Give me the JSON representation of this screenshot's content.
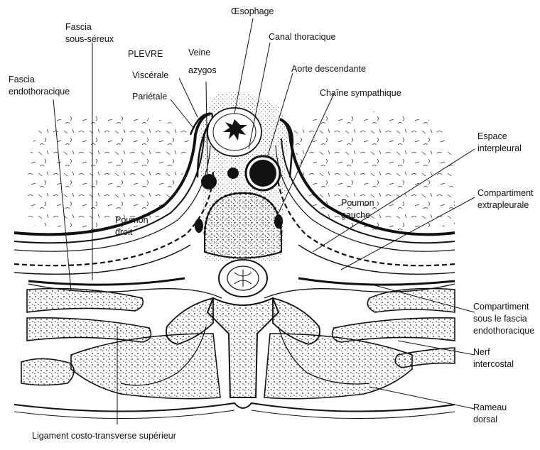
{
  "figure": {
    "labels": {
      "oesophage": "Œsophage",
      "canal_thoracique": "Canal thoracique",
      "aorte_descendante": "Aorte descendante",
      "chaine_sympathique": "Chaîne sympathique",
      "fascia_sous_sereux_1": "Fascia",
      "fascia_sous_sereux_2": "sous-séreux",
      "plevre": "PLEVRE",
      "viscerale": "Viscérale",
      "parietale": "Pariétale",
      "veine": "Veine",
      "azygos": "azygos",
      "fascia_endo_1": "Fascia",
      "fascia_endo_2": "endothoracique",
      "espace_interpleural_1": "Espace",
      "espace_interpleural_2": "interpleural",
      "compartiment_extra_1": "Compartiment",
      "compartiment_extra_2": "extrapleurale",
      "poumon_droit_1": "Poumon",
      "poumon_droit_2": "droit",
      "poumon_gauche_1": "Poumon",
      "poumon_gauche_2": "gauche",
      "compartiment_sous_1": "Compartiment",
      "compartiment_sous_2": "sous le fascia",
      "compartiment_sous_3": "endothoracique",
      "nerf_1": "Nerf",
      "nerf_2": "intercostal",
      "rameau_1": "Rameau",
      "rameau_2": "dorsal",
      "ligament": "Ligament costo-transverse supérieur"
    },
    "colors": {
      "ink": "#111111",
      "paper": "#ffffff",
      "stipple": "#555555"
    }
  }
}
